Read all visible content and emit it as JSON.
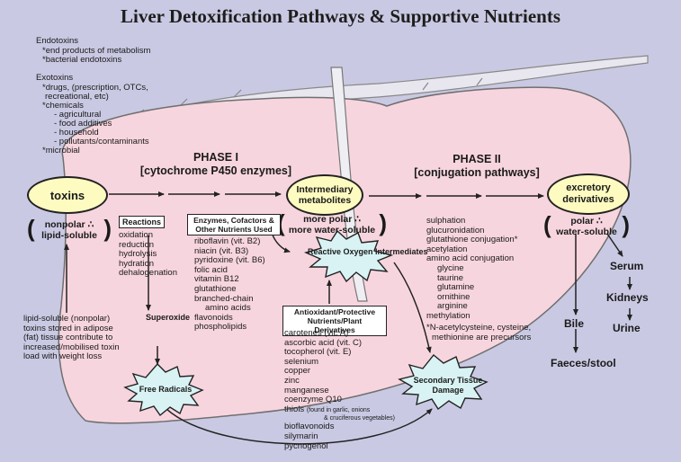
{
  "title": "Liver Detoxification Pathways & Supportive Nutrients",
  "endotoxins": {
    "heading": "Endotoxins",
    "items": [
      "*end products of metabolism",
      "*bacterial endotoxins"
    ]
  },
  "exotoxins": {
    "heading": "Exotoxins",
    "lines": [
      "*drugs, (prescription, OTCs,",
      "recreational, etc)",
      "*chemicals",
      "- agricultural",
      "- food additives",
      "- household",
      "- pollutants/contaminants",
      "*microbial"
    ]
  },
  "phase1": {
    "title": "PHASE I",
    "subtitle": "[cytochrome P450 enzymes]"
  },
  "phase2": {
    "title": "PHASE II",
    "subtitle": "[conjugation pathways]"
  },
  "nodes": {
    "toxins": "toxins",
    "intermediary": "Intermediary metabolites",
    "excretory": "excretory derivatives"
  },
  "properties": {
    "toxins": [
      "nonpolar ∴",
      "lipid-soluble"
    ],
    "intermediary": [
      "more polar ∴",
      "more water-soluble"
    ],
    "excretory": [
      "polar ∴",
      "water-soluble"
    ]
  },
  "reactions": {
    "title": "Reactions",
    "items": [
      "oxidation",
      "reduction",
      "hydrolysis",
      "hydration",
      "dehalogenation"
    ]
  },
  "enzymes": {
    "title": "Enzymes, Cofactors & Other Nutrients Used",
    "items": [
      "riboflavin (vit. B2)",
      "niacin (vit. B3)",
      "pyridoxine (vit. B6)",
      "folic acid",
      "vitamin B12",
      "glutathione",
      "branched-chain",
      "amino acids",
      "flavonoids",
      "phospholipids"
    ]
  },
  "phase2_items": [
    "sulphation",
    "glucuronidation",
    "glutathione conjugation*",
    "acetylation",
    "amino acid conjugation",
    "glycine",
    "taurine",
    "glutamine",
    "ornithine",
    "arginine",
    "methylation"
  ],
  "phase2_note": [
    "*N-acetylcysteine, cysteine,",
    "methionine are precursors"
  ],
  "antioxidant": {
    "title": "Antioxidant/Protective Nutrients/Plant Derivatives",
    "items": [
      "carotenes (vit. A)",
      "ascorbic acid (vit. C)",
      "tocopherol (vit. E)",
      "selenium",
      "copper",
      "zinc",
      "manganese",
      "coenzyme Q10"
    ],
    "thiols": "thiols",
    "thiols_note": "(found in garlic, onions",
    "thiols_note2": "& cruciferous vegetables)",
    "items2": [
      "bioflavonoids",
      "silymarin",
      "pycnogenol"
    ]
  },
  "bursts": {
    "roi": "Reactive Oxygen Intermediates",
    "free_radicals": "Free Radicals",
    "secondary": "Secondary Tissue Damage"
  },
  "superoxide": "Superoxide",
  "adipose_note": [
    "lipid-soluble (nonpolar)",
    "toxins stored in adipose",
    "(fat) tissue contribute to",
    "increased/mobilised toxin",
    "load with weight loss"
  ],
  "excretion": {
    "serum": "Serum",
    "kidneys": "Kidneys",
    "urine": "Urine",
    "bile": "Bile",
    "faeces": "Faeces/stool"
  },
  "colors": {
    "background": "#c9c9e3",
    "liver": "#f7d5de",
    "oval": "#fdfbc0",
    "burst": "#d9f3f4"
  }
}
